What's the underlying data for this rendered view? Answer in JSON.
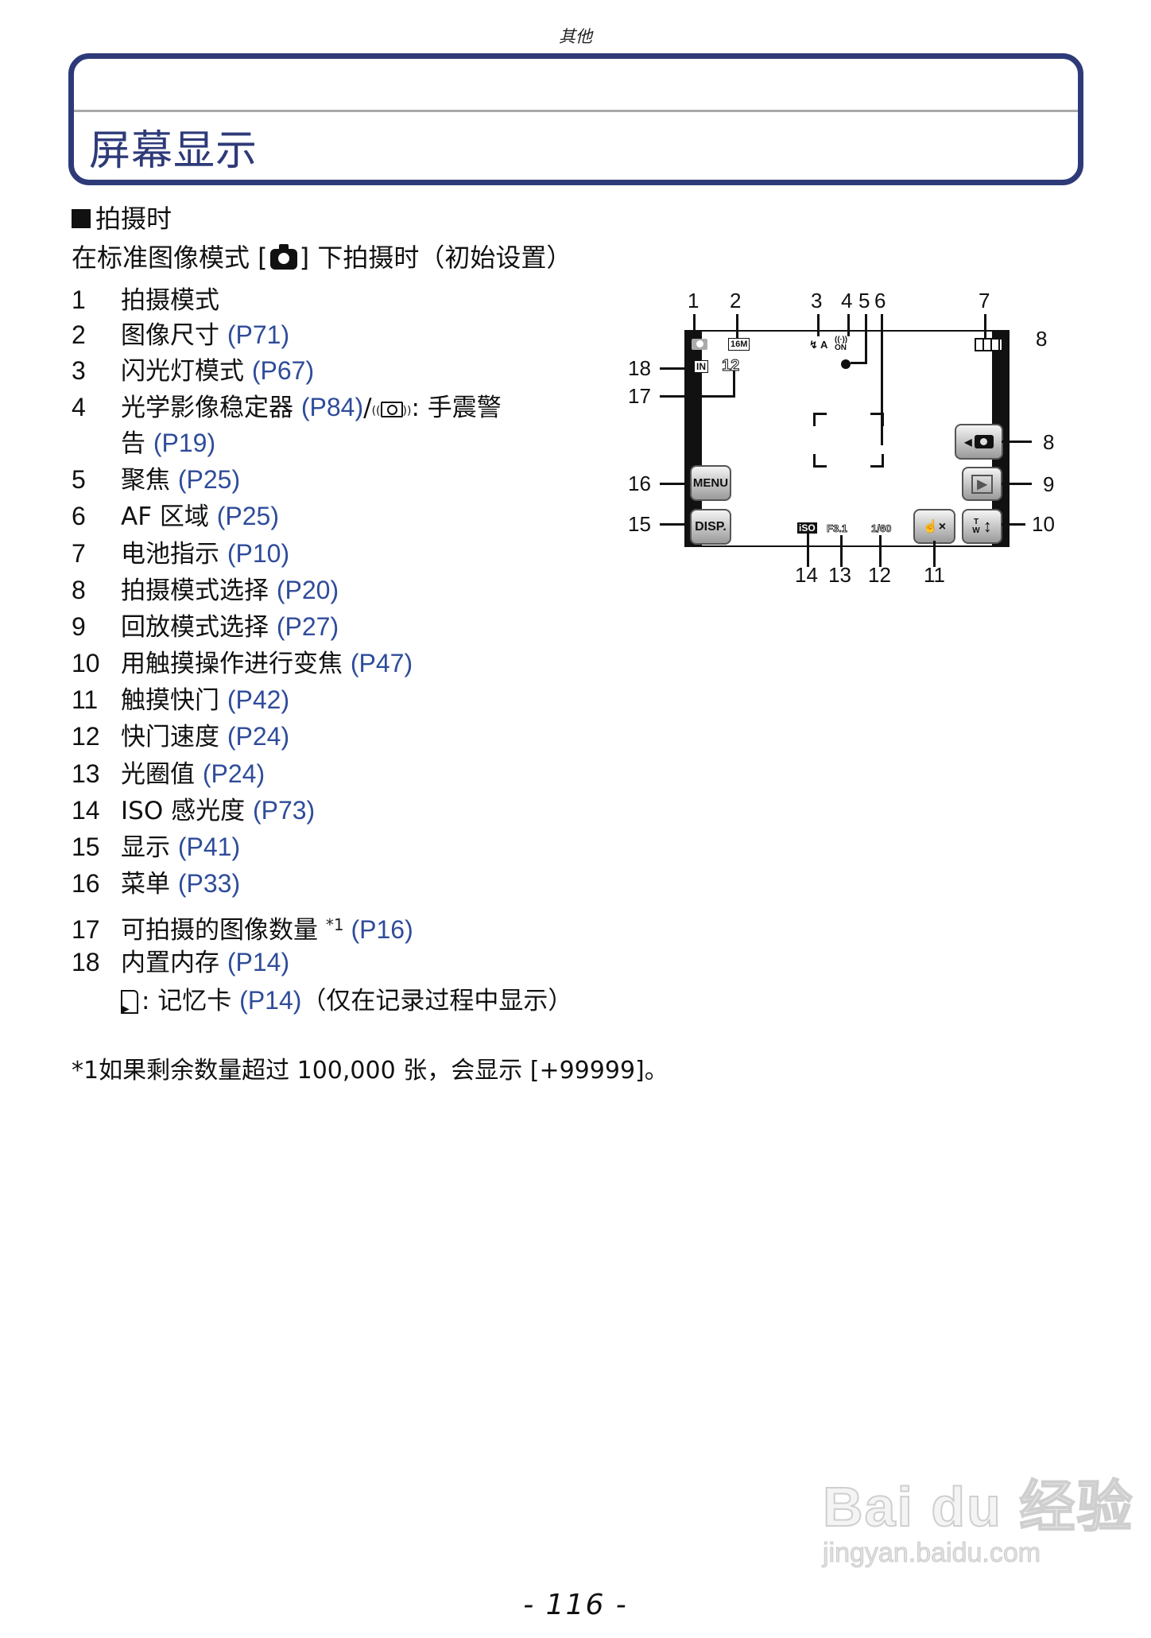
{
  "running_head": "其他",
  "title": "屏幕显示",
  "section": {
    "heading": "拍摄时",
    "subheading_pre": "在标准图像模式 [",
    "subheading_icon": "camera-icon",
    "subheading_post": "] 下拍摄时（初始设置）"
  },
  "items": [
    {
      "num": "1",
      "text": "拍摄模式",
      "ref": ""
    },
    {
      "num": "2",
      "text": "图像尺寸 ",
      "ref": "(P71)"
    },
    {
      "num": "3",
      "text": "闪光灯模式 ",
      "ref": "(P67)"
    },
    {
      "num": "4",
      "text": "光学影像稳定器 ",
      "ref": "(P84)",
      "extra_sep": "/",
      "extra_icon": "shake-alert-icon",
      "extra_text": ": 手震警",
      "cont_text": "告 ",
      "cont_ref": "(P19)"
    },
    {
      "num": "5",
      "text": "聚焦 ",
      "ref": "(P25)"
    },
    {
      "num": "6",
      "text": "AF 区域 ",
      "ref": "(P25)"
    },
    {
      "num": "7",
      "text": "电池指示 ",
      "ref": "(P10)"
    },
    {
      "num": "8",
      "text": "拍摄模式选择 ",
      "ref": "(P20)"
    },
    {
      "num": "9",
      "text": "回放模式选择 ",
      "ref": "(P27)"
    },
    {
      "num": "10",
      "text": "用触摸操作进行变焦 ",
      "ref": "(P47)"
    },
    {
      "num": "11",
      "text": "触摸快门 ",
      "ref": "(P42)"
    },
    {
      "num": "12",
      "text": "快门速度 ",
      "ref": "(P24)"
    },
    {
      "num": "13",
      "text": "光圈值 ",
      "ref": "(P24)"
    },
    {
      "num": "14",
      "text": "ISO 感光度 ",
      "ref": "(P73)"
    },
    {
      "num": "15",
      "text": "显示 ",
      "ref": "(P41)"
    },
    {
      "num": "16",
      "text": "菜单 ",
      "ref": "(P33)"
    },
    {
      "num": "17",
      "text": "可拍摄的图像数量 ",
      "sup": "*1",
      "ref": " (P16)"
    },
    {
      "num": "18",
      "text": "内置内存 ",
      "ref": "(P14)",
      "cont_icon": "memory-card-icon",
      "cont_text": ": 记忆卡 ",
      "cont_ref": "(P14)",
      "cont_tail": "（仅在记录过程中显示）"
    }
  ],
  "footnote": "*1如果剩余数量超过 100,000 张，会显示 [+99999]。",
  "page_number": "- 116 -",
  "watermark": {
    "brand": "Bai du 经验",
    "url": "jingyan.baidu.com"
  },
  "diagram": {
    "callouts": [
      "1",
      "2",
      "3",
      "4",
      "5",
      "6",
      "7",
      "8",
      "9",
      "10",
      "11",
      "12",
      "13",
      "14",
      "15",
      "16",
      "17",
      "18"
    ],
    "screen": {
      "image_size": "16M",
      "flash": "↯ A",
      "ois": "((∙)) ON",
      "remaining_shots": "12",
      "memory": "IN",
      "iso": "iSO",
      "aperture": "F3.1",
      "shutter": "1/60",
      "menu_button": "MENU",
      "disp_button": "DISP.",
      "zoom_t": "T",
      "zoom_w": "W",
      "zoom_arrow": "↕",
      "play_glyph": "▶",
      "touch_glyph": "☝×"
    }
  },
  "colors": {
    "accent": "#2e3a78",
    "link": "#2f4c9a",
    "rule": "#a9a9a9"
  }
}
